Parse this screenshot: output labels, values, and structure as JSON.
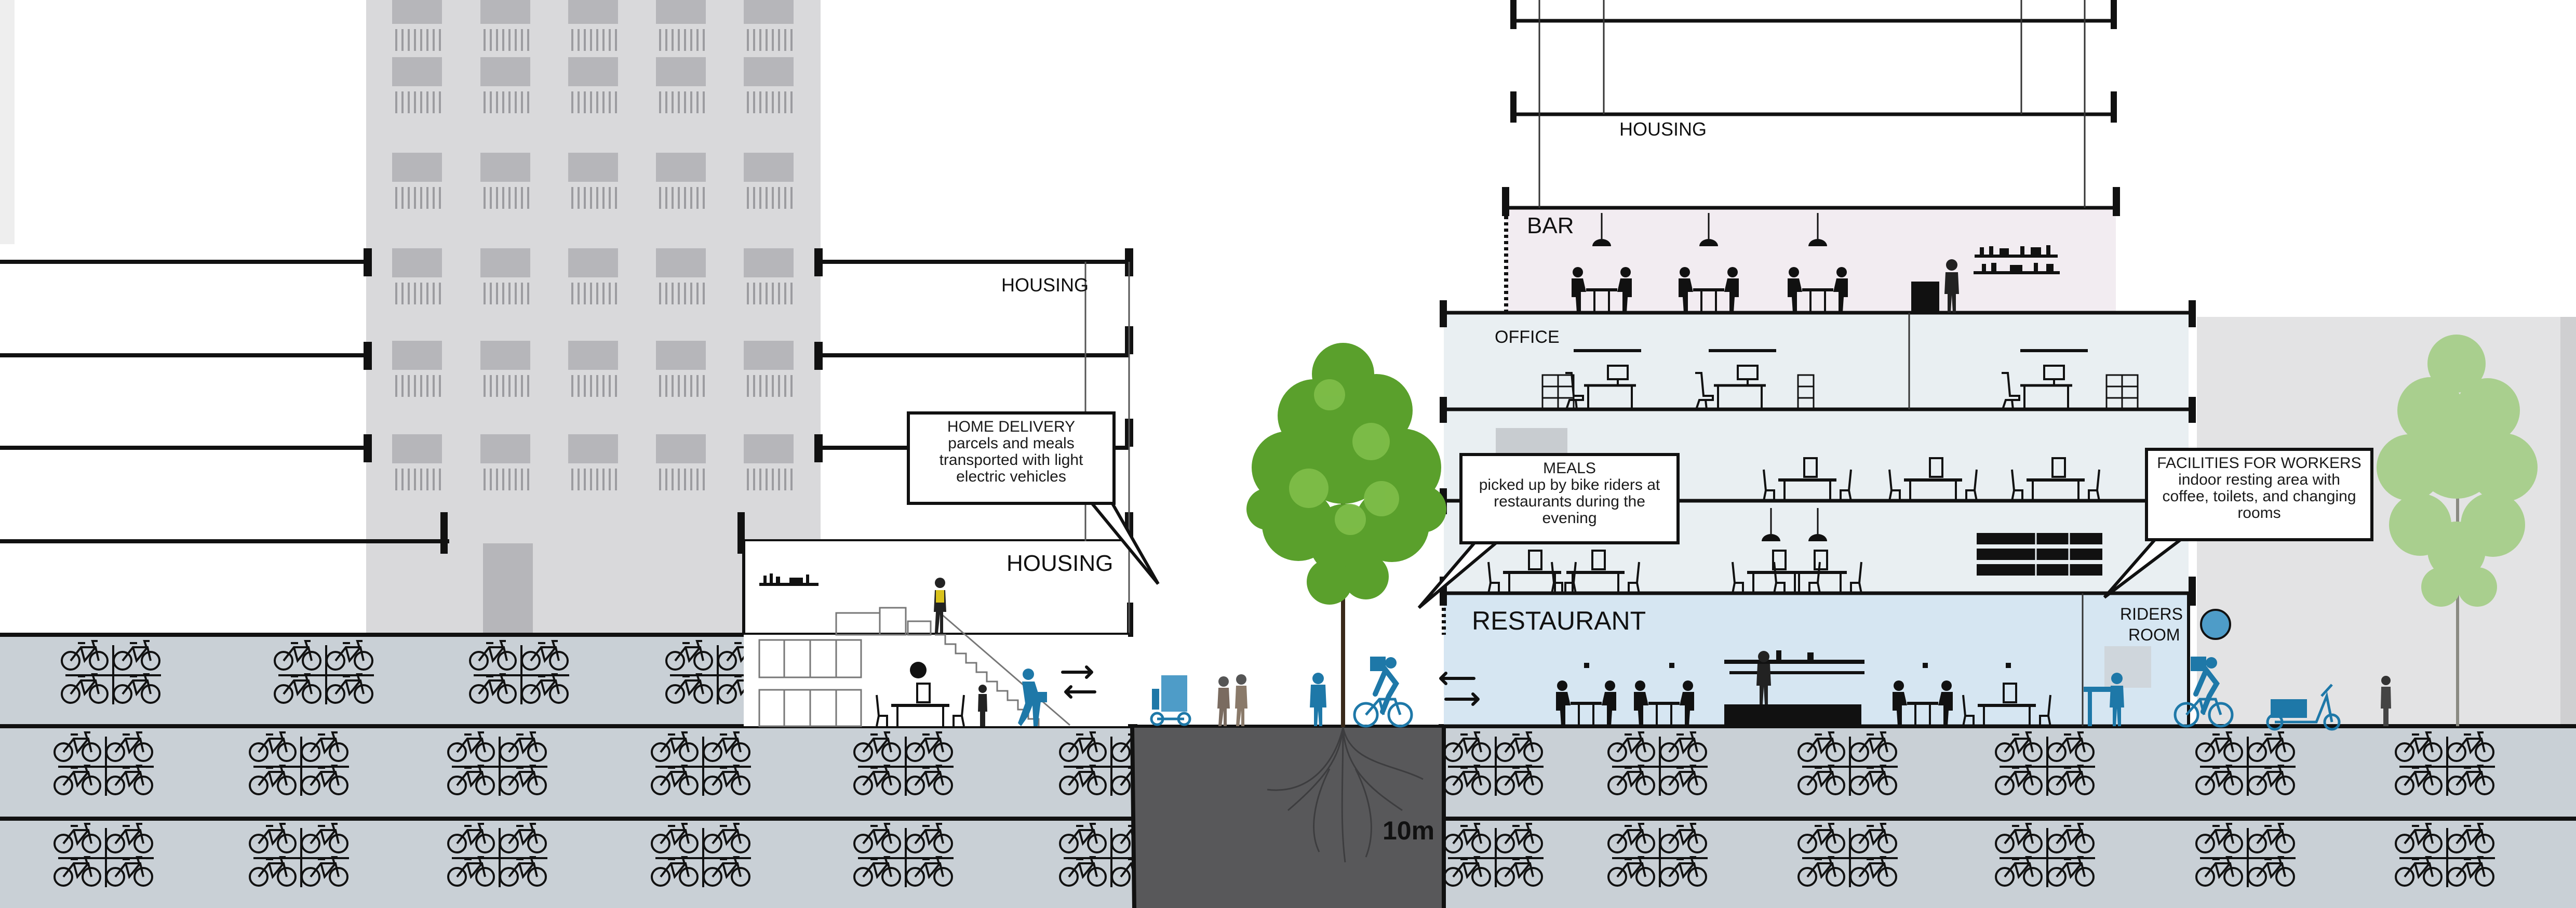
{
  "labels": {
    "housing_top": "HOUSING",
    "housing_left": "HOUSING",
    "housing_mid": "HOUSING",
    "bar": "BAR",
    "office": "OFFICE",
    "restaurant": "RESTAURANT",
    "riders_room_1": "RIDERS",
    "riders_room_2": "ROOM",
    "depth": "10m"
  },
  "callouts": {
    "home_delivery": {
      "title": "HOME DELIVERY",
      "body": "parcels and meals transported with light electric vehicles"
    },
    "meals": {
      "title": "MEALS",
      "body": "picked up by bike riders at restaurants during the evening"
    },
    "facilities": {
      "title": "FACILITIES FOR WORKERS",
      "body": "indoor resting area with coffee, toilets, and changing rooms"
    }
  },
  "colors": {
    "bike_storage": "#c9d0d6",
    "restaurant_floor": "#d6e6f2",
    "office_floor": "#e9eff2",
    "bar_floor": "#f2ecf1",
    "tower": "#d9d9db",
    "window": "#b3b3b7",
    "street_cut": "#58585a",
    "accent_blue": "#1e78a8",
    "tree_green": "#5aa02c",
    "tree_pale": "#a9cf8e"
  },
  "icons": [
    "bicycle-icon",
    "person-icon",
    "cyclist-icon",
    "cargo-bike-icon",
    "tree-icon",
    "table-icon",
    "desk-icon",
    "lamp-icon",
    "arrow-icon"
  ]
}
